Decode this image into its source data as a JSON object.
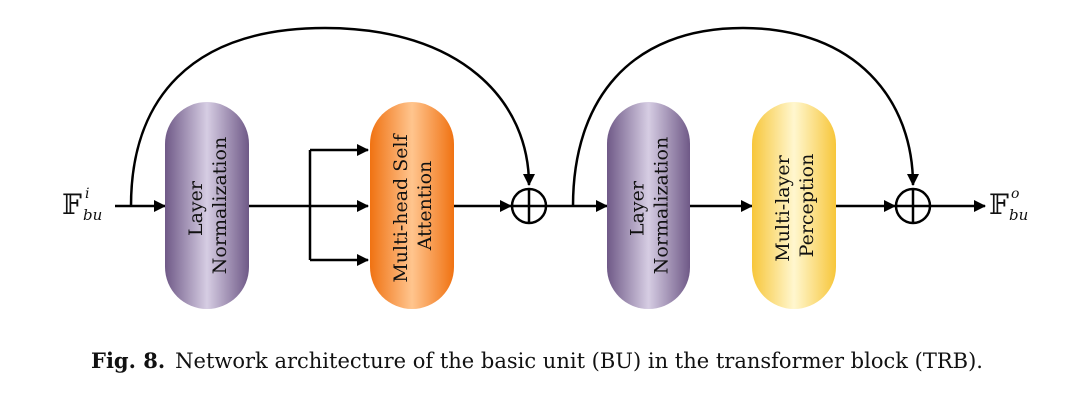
{
  "input": {
    "symbol": "𝔽",
    "sub": "bu",
    "sup": "i"
  },
  "output": {
    "symbol": "𝔽",
    "sub": "bu",
    "sup": "o"
  },
  "blocks": {
    "ln1": {
      "lines": [
        "Layer",
        "Normalization"
      ]
    },
    "mhsa": {
      "lines": [
        "Multi-head Self",
        "Attention"
      ]
    },
    "ln2": {
      "lines": [
        "Layer",
        "Normalization"
      ]
    },
    "mlp": {
      "lines": [
        "Multi-layer",
        "Perception"
      ]
    }
  },
  "colors": {
    "layer_norm": "#7b6491",
    "attention": "#f57c18",
    "mlp": "#f7cb3a",
    "lines": "#000000"
  },
  "caption": {
    "label": "Fig. 8.",
    "text": "Network architecture of the basic unit (BU) in the transformer block (TRB)."
  }
}
